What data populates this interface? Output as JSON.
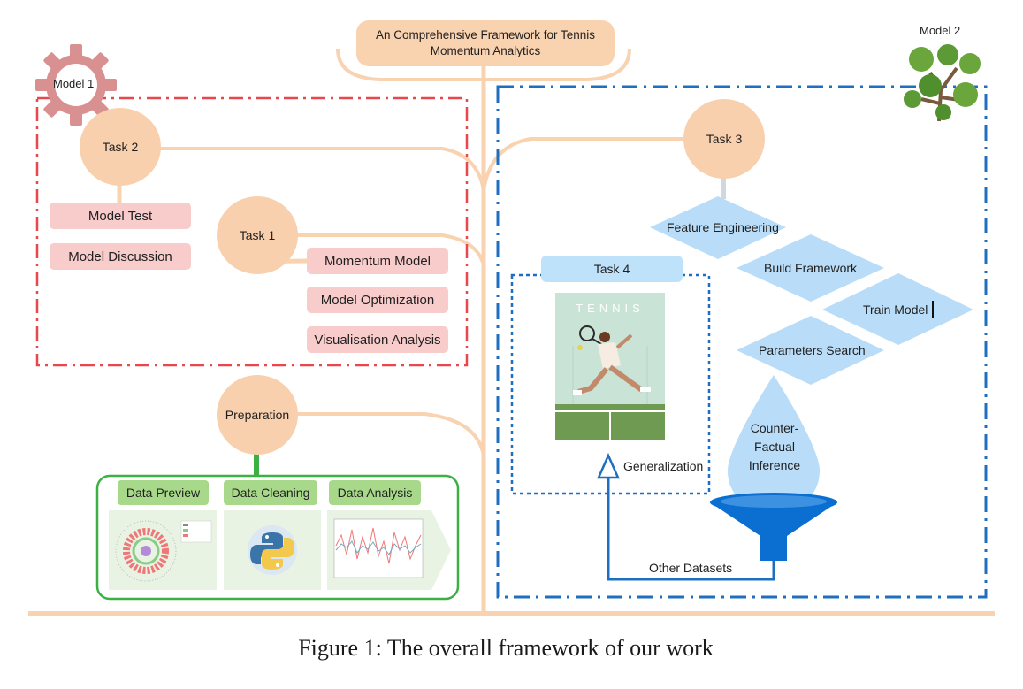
{
  "title": {
    "line1": "An Comprehensive Framework for Tennis",
    "line2": "Momentum Analytics"
  },
  "model1": {
    "label": "Model 1"
  },
  "model2": {
    "label": "Model 2"
  },
  "task2": {
    "label": "Task 2",
    "items": [
      "Model Test",
      "Model Discussion"
    ]
  },
  "task1": {
    "label": "Task 1",
    "items": [
      "Momentum Model",
      "Model Optimization",
      "Visualisation Analysis"
    ]
  },
  "task3": {
    "label": "Task 3",
    "steps": [
      "Feature Engineering",
      "Build Framework",
      "Train Model",
      "Parameters Search"
    ]
  },
  "task4": {
    "label": "Task 4",
    "poster_title": "TENNIS",
    "generalization": "Generalization"
  },
  "preparation": {
    "label": "Preparation",
    "tabs": [
      "Data Preview",
      "Data Cleaning",
      "Data Analysis"
    ]
  },
  "counterfactual": {
    "line1": "Counter-",
    "line2": "Factual",
    "line3": "Inference"
  },
  "other_datasets": "Other Datasets",
  "caption": "Figure 1: The overall framework of our work",
  "colors": {
    "peach": "#f9d0ad",
    "pink": "#f9cccc",
    "red_dash": "#e8474c",
    "blue_dash": "#1f6fc0",
    "green_border": "#3cb043",
    "light_blue": "#bfe2fb",
    "funnel_blue": "#0a6fd0"
  },
  "icons": [
    "gear-icon",
    "tree-icon",
    "python-logo-icon",
    "funnel-icon",
    "droplet-icon",
    "tennis-poster-image"
  ]
}
